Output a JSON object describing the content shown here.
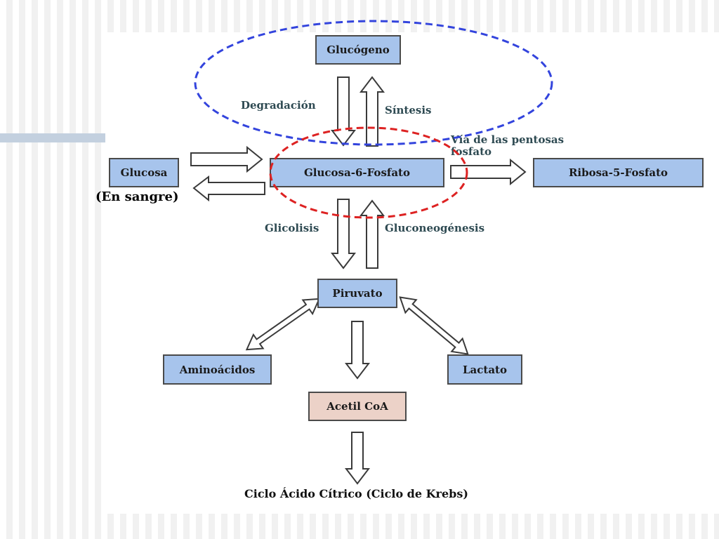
{
  "nodes": {
    "glucogeno": "Glucógeno",
    "glucosa": "Glucosa",
    "glucosa_6_fosfato": "Glucosa-6-Fosfato",
    "ribosa_5_fosfato": "Ribosa-5-Fosfato",
    "piruvato": "Piruvato",
    "aminoacidos": "Aminoácidos",
    "lactato": "Lactato",
    "acetil_coa": "Acetil CoA"
  },
  "labels": {
    "degradacion": "Degradación",
    "sintesis": "Síntesis",
    "via_pentosas_line1": "Vía de las pentosas",
    "via_pentosas_line2": "fosfato",
    "en_sangre": "(En sangre)",
    "glicolisis": "Glicolisis",
    "gluconeogenesis": "Gluconeogénesis",
    "ciclo_krebs": "Ciclo Ácido Cítrico (Ciclo de Krebs)"
  },
  "colors": {
    "node_fill": "#a7c4ec",
    "acetil_fill": "#ecd2c8",
    "glycogen_ellipse": "#3344dd",
    "g6p_ellipse": "#dd2222",
    "label_text": "#2e4a52"
  }
}
